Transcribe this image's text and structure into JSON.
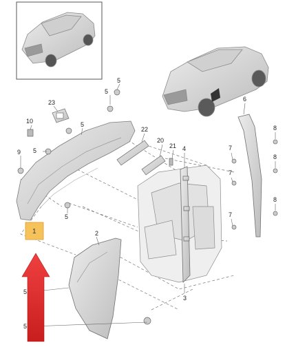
{
  "colors": {
    "part_fill": "#d9d9d9",
    "part_fill_dark": "#b8b8b8",
    "part_stroke": "#7a7a7a",
    "body_fill": "#e6e6e6",
    "leader": "#777777",
    "highlight_box": "#f6c25a",
    "highlight_box_stroke": "#d9a030",
    "arrow": "#e52b2b"
  },
  "callouts": {
    "c1": "1",
    "c2": "2",
    "c3": "3",
    "c4": "4",
    "c5a": "5",
    "c5b": "5",
    "c5c": "5",
    "c5d": "5",
    "c5e": "5",
    "c5f": "5",
    "c5g": "5",
    "c6": "6",
    "c7a": "7",
    "c7b": "7",
    "c7c": "7",
    "c8a": "8",
    "c8b": "8",
    "c8c": "8",
    "c9": "9",
    "c10": "10",
    "c20": "20",
    "c21": "21",
    "c22": "22",
    "c23": "23"
  }
}
